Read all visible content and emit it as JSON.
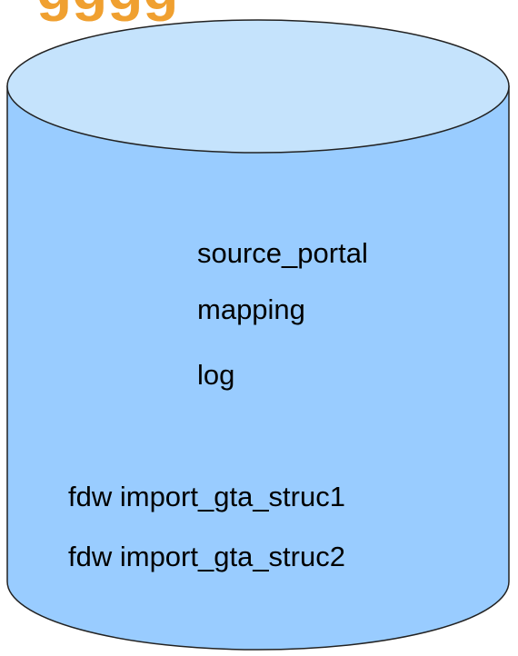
{
  "colors": {
    "body_fill": "#99ccff",
    "top_fill": "#c5e3fc",
    "outline": "#222222",
    "header_glyph": "#f0a030"
  },
  "header_glyph_text": "gggg",
  "database": {
    "tables": [
      "source_portal",
      "mapping",
      "log"
    ],
    "foreign_tables": [
      "fdw import_gta_struc1",
      "fdw import_gta_struc2"
    ]
  }
}
